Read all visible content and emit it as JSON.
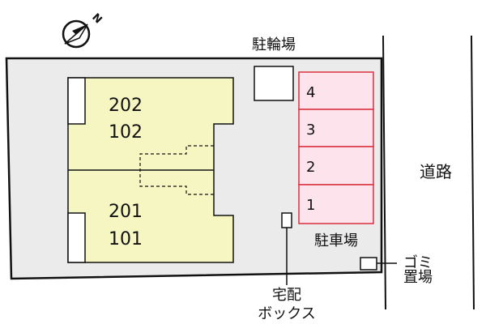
{
  "compass": {
    "north_label": "N"
  },
  "units": {
    "upper_pair": [
      "202",
      "102"
    ],
    "lower_pair": [
      "201",
      "101"
    ]
  },
  "labels": {
    "bicycle_parking": "駐輪場",
    "parking": "駐車場",
    "road": "道路",
    "garbage": [
      "ゴミ",
      "置場"
    ],
    "delivery_box": [
      "宅配",
      "ボックス"
    ]
  },
  "parking_spaces": [
    "4",
    "3",
    "2",
    "1"
  ],
  "colors": {
    "lot": "#ebebeb",
    "building": "#f6f6c2",
    "parking_fill": "#fde3ec",
    "parking_border": "#d9303e",
    "outline": "#111111"
  }
}
